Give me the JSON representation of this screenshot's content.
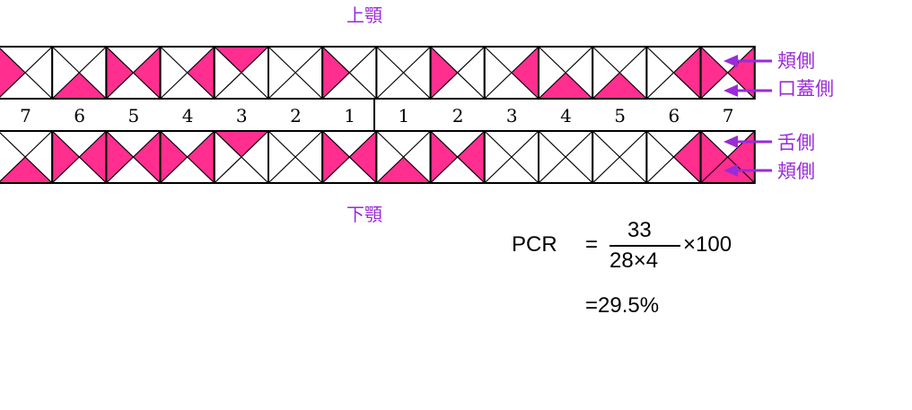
{
  "labels": {
    "upper_jaw": "上顎",
    "lower_jaw": "下顎"
  },
  "side_labels": {
    "upper_buccal": "頬側",
    "upper_palatal": "口蓋側",
    "lower_lingual": "舌側",
    "lower_buccal": "頬側"
  },
  "tooth_numbers": [
    "7",
    "6",
    "5",
    "4",
    "3",
    "2",
    "1",
    "1",
    "2",
    "3",
    "4",
    "5",
    "6",
    "7"
  ],
  "colors": {
    "plaque": "#ff2e8f",
    "label": "#9a2bd8",
    "grid": "#000000"
  },
  "chart_data": {
    "type": "table",
    "surface_order": [
      "top",
      "right",
      "bottom",
      "left"
    ],
    "upper_teeth": [
      {
        "tooth": "7",
        "stained": [
          "left"
        ]
      },
      {
        "tooth": "6",
        "stained": [
          "bottom"
        ]
      },
      {
        "tooth": "5",
        "stained": [
          "left",
          "right"
        ]
      },
      {
        "tooth": "4",
        "stained": [
          "right"
        ]
      },
      {
        "tooth": "3",
        "stained": [
          "top"
        ]
      },
      {
        "tooth": "2",
        "stained": []
      },
      {
        "tooth": "1",
        "stained": [
          "left"
        ]
      },
      {
        "tooth": "1",
        "stained": []
      },
      {
        "tooth": "2",
        "stained": [
          "left"
        ]
      },
      {
        "tooth": "3",
        "stained": [
          "right"
        ]
      },
      {
        "tooth": "4",
        "stained": [
          "bottom"
        ]
      },
      {
        "tooth": "5",
        "stained": [
          "bottom"
        ]
      },
      {
        "tooth": "6",
        "stained": [
          "right"
        ]
      },
      {
        "tooth": "7",
        "stained": [
          "left",
          "right"
        ]
      }
    ],
    "lower_teeth": [
      {
        "tooth": "7",
        "stained": [
          "bottom"
        ]
      },
      {
        "tooth": "6",
        "stained": [
          "left",
          "right"
        ]
      },
      {
        "tooth": "5",
        "stained": [
          "left",
          "right"
        ]
      },
      {
        "tooth": "4",
        "stained": [
          "left",
          "right"
        ]
      },
      {
        "tooth": "3",
        "stained": [
          "top"
        ]
      },
      {
        "tooth": "2",
        "stained": []
      },
      {
        "tooth": "1",
        "stained": [
          "left",
          "right"
        ]
      },
      {
        "tooth": "1",
        "stained": [
          "bottom"
        ]
      },
      {
        "tooth": "2",
        "stained": [
          "left",
          "right"
        ]
      },
      {
        "tooth": "3",
        "stained": []
      },
      {
        "tooth": "4",
        "stained": []
      },
      {
        "tooth": "5",
        "stained": []
      },
      {
        "tooth": "6",
        "stained": [
          "right"
        ]
      },
      {
        "tooth": "7",
        "stained": [
          "left",
          "right",
          "bottom"
        ]
      }
    ]
  },
  "formula": {
    "label": "PCR",
    "equals": "=",
    "numerator": "33",
    "denominator": "28×4",
    "multiplier": "×100",
    "result": "=29.5%"
  }
}
